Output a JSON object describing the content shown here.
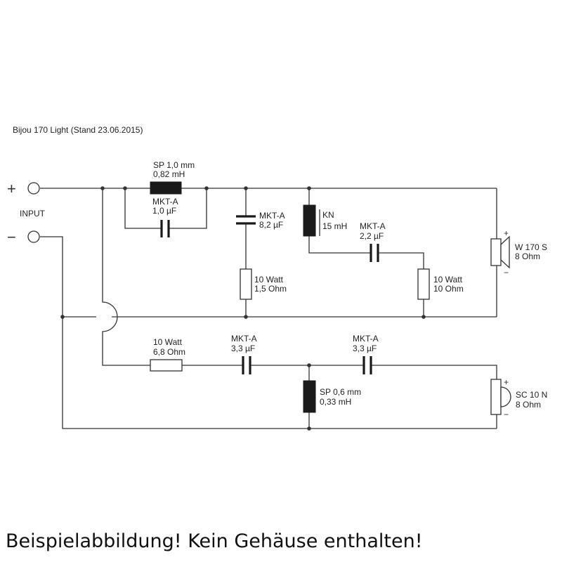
{
  "title": "Bijou 170 Light (Stand 23.06.2015)",
  "input": {
    "label": "INPUT",
    "plus": "+",
    "minus": "−"
  },
  "components": {
    "l1": {
      "line1": "SP 1,0 mm",
      "line2": "0,82 mH"
    },
    "c1": {
      "line1": "MKT-A",
      "line2": "1,0 µF"
    },
    "c2": {
      "line1": "MKT-A",
      "line2": "8,2 µF"
    },
    "r1": {
      "line1": "10 Watt",
      "line2": "1,5 Ohm"
    },
    "l2": {
      "line1": "KN",
      "line2": "15 mH"
    },
    "c3": {
      "line1": "MKT-A",
      "line2": "2,2 µF"
    },
    "r2": {
      "line1": "10 Watt",
      "line2": "10 Ohm"
    },
    "woofer": {
      "line1": "W 170 S",
      "line2": "8 Ohm",
      "plus": "+",
      "minus": "−"
    },
    "r3": {
      "line1": "10 Watt",
      "line2": "6,8 Ohm"
    },
    "c4": {
      "line1": "MKT-A",
      "line2": "3,3 µF"
    },
    "c5": {
      "line1": "MKT-A",
      "line2": "3,3 µF"
    },
    "l3": {
      "line1": "SP 0,6 mm",
      "line2": "0,33 mH"
    },
    "tweeter": {
      "line1": "SC 10 N",
      "line2": "8 Ohm",
      "plus": "+",
      "minus": "−"
    }
  },
  "caption": "Beispielabbildung! Kein Gehäuse enthalten!"
}
